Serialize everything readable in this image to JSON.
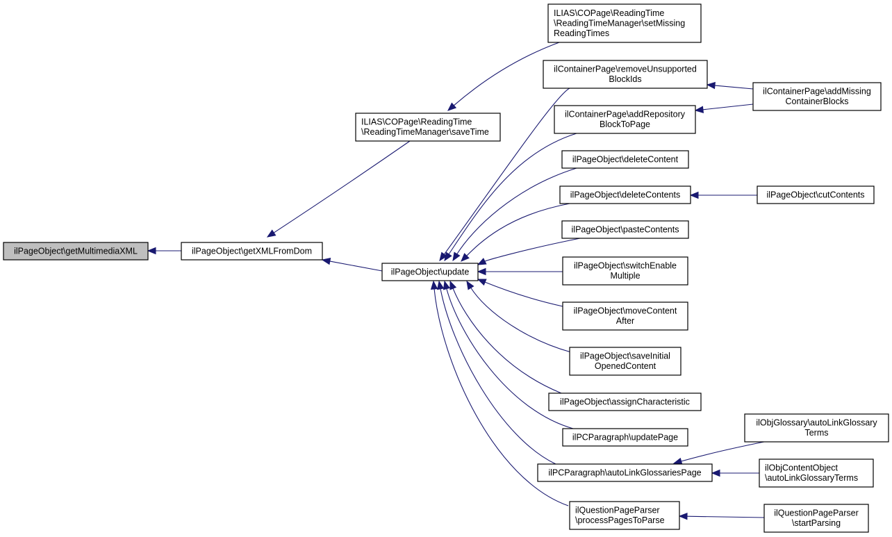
{
  "diagram": {
    "type": "call-graph",
    "edge_color": "#191970",
    "focus_fill": "#bfbfbf",
    "nodes": [
      {
        "id": "n0",
        "lines": [
          "ilPageObject\\getMultimediaXML"
        ],
        "focus": true
      },
      {
        "id": "n1",
        "lines": [
          "ilPageObject\\getXMLFromDom"
        ]
      },
      {
        "id": "n2",
        "lines": [
          "ILIAS\\COPage\\ReadingTime",
          "\\ReadingTimeManager\\saveTime"
        ],
        "align": "left"
      },
      {
        "id": "n3",
        "lines": [
          "ilPageObject\\update"
        ]
      },
      {
        "id": "n4",
        "lines": [
          "ILIAS\\COPage\\ReadingTime",
          "\\ReadingTimeManager\\setMissing",
          "ReadingTimes"
        ],
        "align": "left"
      },
      {
        "id": "n5",
        "lines": [
          "ilContainerPage\\removeUnsupported",
          "BlockIds"
        ]
      },
      {
        "id": "n6",
        "lines": [
          "ilContainerPage\\addRepository",
          "BlockToPage"
        ]
      },
      {
        "id": "n7",
        "lines": [
          "ilPageObject\\deleteContent"
        ]
      },
      {
        "id": "n8",
        "lines": [
          "ilPageObject\\deleteContents"
        ]
      },
      {
        "id": "n9",
        "lines": [
          "ilPageObject\\pasteContents"
        ]
      },
      {
        "id": "n10",
        "lines": [
          "ilPageObject\\switchEnable",
          "Multiple"
        ]
      },
      {
        "id": "n11",
        "lines": [
          "ilPageObject\\moveContent",
          "After"
        ]
      },
      {
        "id": "n12",
        "lines": [
          "ilPageObject\\saveInitial",
          "OpenedContent"
        ]
      },
      {
        "id": "n13",
        "lines": [
          "ilPageObject\\assignCharacteristic"
        ]
      },
      {
        "id": "n14",
        "lines": [
          "ilPCParagraph\\updatePage"
        ]
      },
      {
        "id": "n15",
        "lines": [
          "ilPCParagraph\\autoLinkGlossariesPage"
        ]
      },
      {
        "id": "n16",
        "lines": [
          "ilQuestionPageParser",
          "\\processPagesToParse"
        ],
        "align": "left"
      },
      {
        "id": "n17",
        "lines": [
          "ilContainerPage\\addMissing",
          "ContainerBlocks"
        ]
      },
      {
        "id": "n18",
        "lines": [
          "ilPageObject\\cutContents"
        ]
      },
      {
        "id": "n19",
        "lines": [
          "ilObjGlossary\\autoLinkGlossary",
          "Terms"
        ]
      },
      {
        "id": "n20",
        "lines": [
          "ilObjContentObject",
          "\\autoLinkGlossaryTerms"
        ],
        "align": "left"
      },
      {
        "id": "n21",
        "lines": [
          "ilQuestionPageParser",
          "\\startParsing"
        ]
      }
    ],
    "edges": [
      {
        "from": "n1",
        "to": "n0"
      },
      {
        "from": "n2",
        "to": "n1"
      },
      {
        "from": "n3",
        "to": "n1"
      },
      {
        "from": "n4",
        "to": "n2"
      },
      {
        "from": "n5",
        "to": "n3"
      },
      {
        "from": "n6",
        "to": "n3"
      },
      {
        "from": "n7",
        "to": "n3"
      },
      {
        "from": "n8",
        "to": "n3"
      },
      {
        "from": "n9",
        "to": "n3"
      },
      {
        "from": "n10",
        "to": "n3"
      },
      {
        "from": "n11",
        "to": "n3"
      },
      {
        "from": "n12",
        "to": "n3"
      },
      {
        "from": "n13",
        "to": "n3"
      },
      {
        "from": "n14",
        "to": "n3"
      },
      {
        "from": "n15",
        "to": "n3"
      },
      {
        "from": "n16",
        "to": "n3"
      },
      {
        "from": "n17",
        "to": "n5"
      },
      {
        "from": "n17",
        "to": "n6"
      },
      {
        "from": "n18",
        "to": "n8"
      },
      {
        "from": "n19",
        "to": "n15"
      },
      {
        "from": "n20",
        "to": "n15"
      },
      {
        "from": "n21",
        "to": "n16"
      }
    ]
  }
}
